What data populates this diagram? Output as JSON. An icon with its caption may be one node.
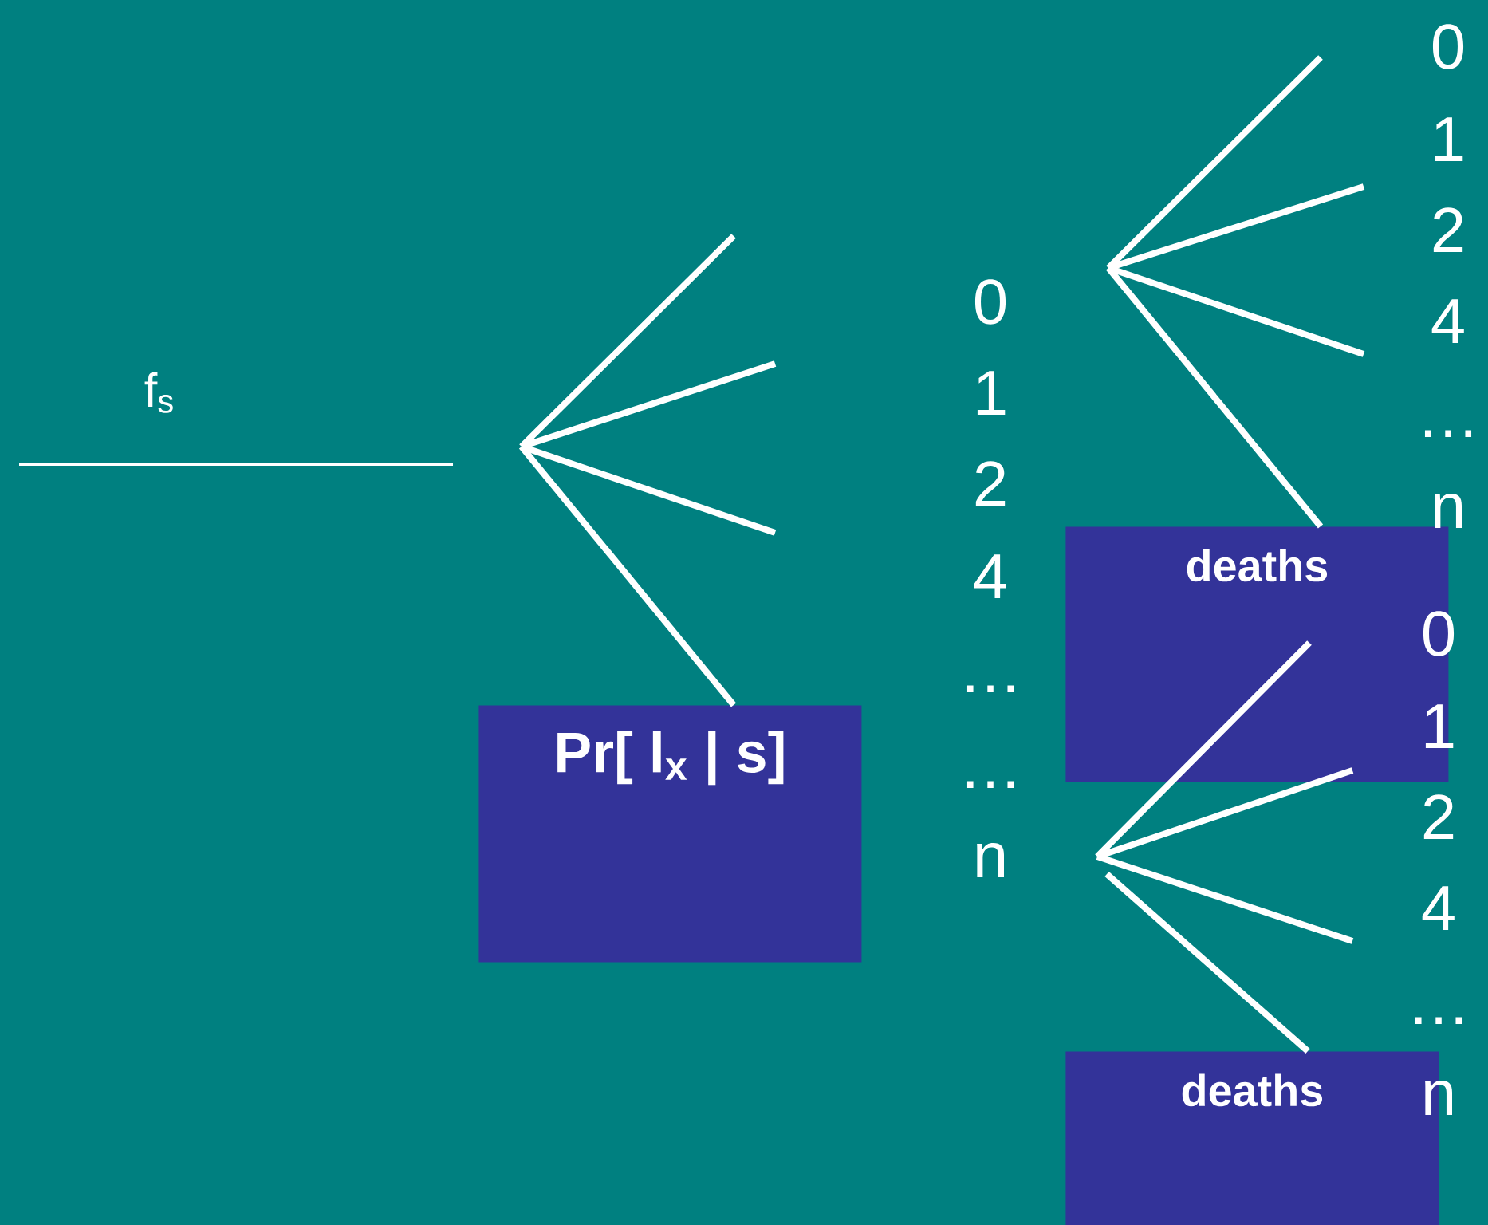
{
  "diagram": {
    "nodes": [
      {
        "text": [
          "**Pr[ l$_{x}$ | s]**"
        ]
      },
      {
        "text": [
          "deaths"
        ]
      },
      {
        "text": [
          "deaths"
        ]
      }
    ],
    "edges": [
      {
        "from": null,
        "to": 0,
        "arrow": "none"
      },
      {
        "from": null,
        "to": 1,
        "arrow": "none"
      },
      {
        "from": null,
        "to": 2,
        "arrow": "none"
      }
    ],
    "labels": [
      "f$_{s}$",
      "0",
      "1",
      "2",
      "4",
      "…",
      "…",
      "n",
      "0",
      "1",
      "2",
      "4",
      "…",
      "n",
      "0",
      "1",
      "2",
      "4",
      "…",
      "n"
    ]
  }
}
